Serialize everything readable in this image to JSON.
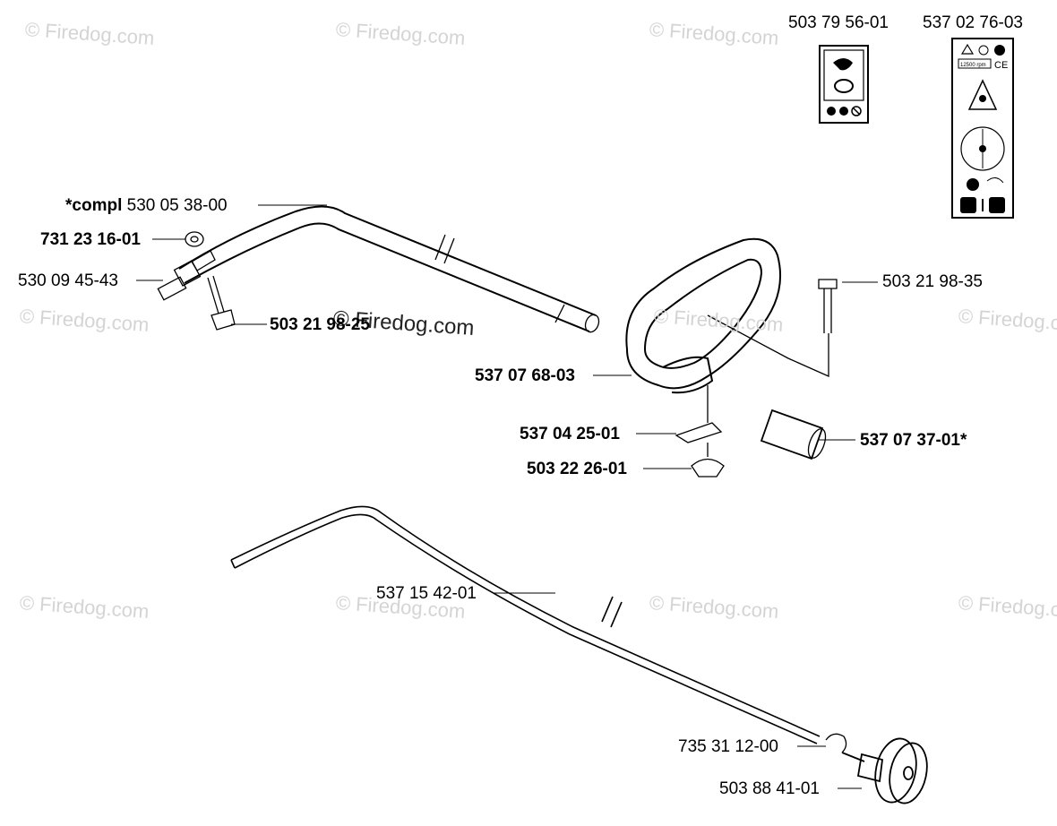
{
  "parts": {
    "compl": {
      "prefix": "*compl",
      "number": "530 05 38-00"
    },
    "nut": "731 23 16-01",
    "connector": "530 09 45-43",
    "bolt_left": "503 21 98-25",
    "bolt_right": "503 21 98-35",
    "handle": "537 07 68-03",
    "clamp": "537 04 25-01",
    "knob": "503 22 26-01",
    "grip": "537 07 37-01*",
    "shaft": "537 15 42-01",
    "clip": "735 31 12-00",
    "drum": "503 88 41-01",
    "decal_1": "503 79 56-01",
    "decal_2": "537 02 76-03"
  },
  "watermark": "© Firedog.com",
  "decal_text": {
    "ce": "CE",
    "rpm": "12500 rpm"
  }
}
